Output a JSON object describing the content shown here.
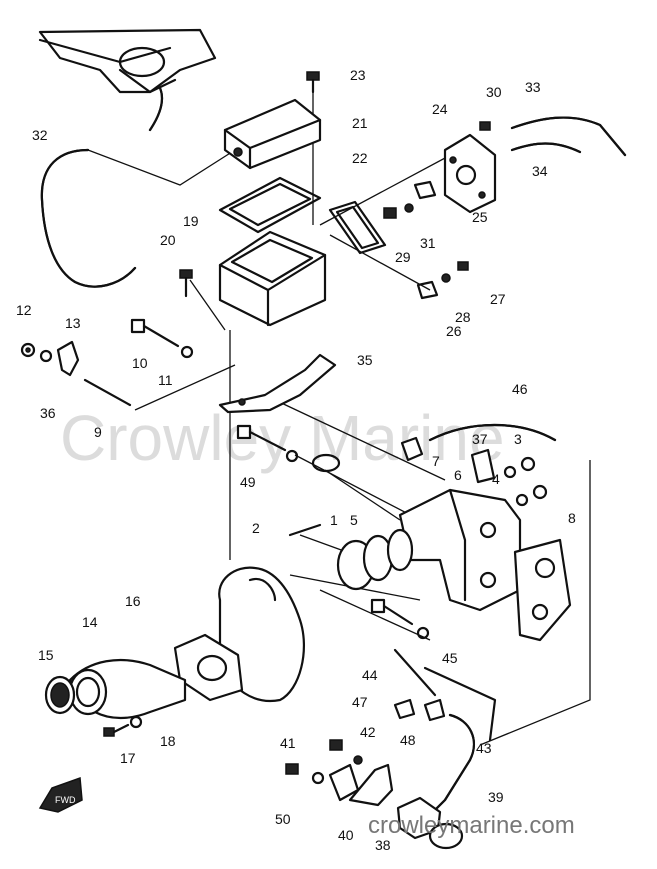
{
  "watermark": "Crowley Marine",
  "footer_url": "crowleymarine.com",
  "fwd_mark": "FWD",
  "callouts": [
    "23",
    "21",
    "22",
    "24",
    "30",
    "33",
    "34",
    "32",
    "25",
    "26",
    "28",
    "31",
    "29",
    "27",
    "19",
    "20",
    "12",
    "13",
    "36",
    "10",
    "11",
    "35",
    "9",
    "46",
    "37",
    "3",
    "4",
    "7",
    "6",
    "49",
    "2",
    "1",
    "5",
    "8",
    "14",
    "15",
    "16",
    "17",
    "18",
    "44",
    "45",
    "47",
    "42",
    "41",
    "48",
    "43",
    "50",
    "40",
    "38",
    "39"
  ]
}
